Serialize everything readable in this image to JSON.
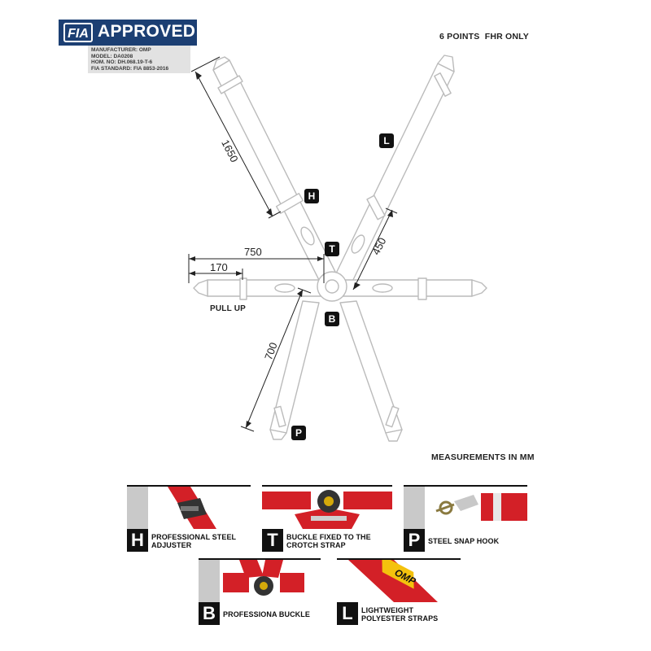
{
  "fia": {
    "logo": "FIA",
    "approved": "APPROVED",
    "manufacturer": "MANUFACTURER: OMP",
    "model": "MODEL: DA0208",
    "hom_no": "HOM. NO: DH.068.19-T-6",
    "standard": "FIA STANDARD: FIA 8853-2016"
  },
  "header": {
    "points": "6 POINTS",
    "fhr": "FHR ONLY"
  },
  "dimensions": {
    "d1650": "1650",
    "d750": "750",
    "d170": "170",
    "d450": "450",
    "d700": "700"
  },
  "labels": {
    "H": "H",
    "L": "L",
    "T": "T",
    "B": "B",
    "P": "P",
    "pull_up": "PULL UP",
    "measurements": "MEASUREMENTS IN MM"
  },
  "cards": [
    {
      "letter": "H",
      "text_line1": "PROFESSIONAL STEEL",
      "text_line2": "ADJUSTER"
    },
    {
      "letter": "T",
      "text_line1": "BUCKLE FIXED TO THE",
      "text_line2": "CROTCH STRAP"
    },
    {
      "letter": "P",
      "text_line1": "STEEL SNAP HOOK",
      "text_line2": ""
    },
    {
      "letter": "B",
      "text_line1": "PROFESSIONA BUCKLE",
      "text_line2": ""
    },
    {
      "letter": "L",
      "text_line1": "LIGHTWEIGHT",
      "text_line2": "POLYESTER STRAPS"
    }
  ],
  "omp_logo": "OMP",
  "colors": {
    "fia_blue": "#1c3f73",
    "strap_red": "#d32027",
    "strap_outline": "#bbbbbb"
  }
}
